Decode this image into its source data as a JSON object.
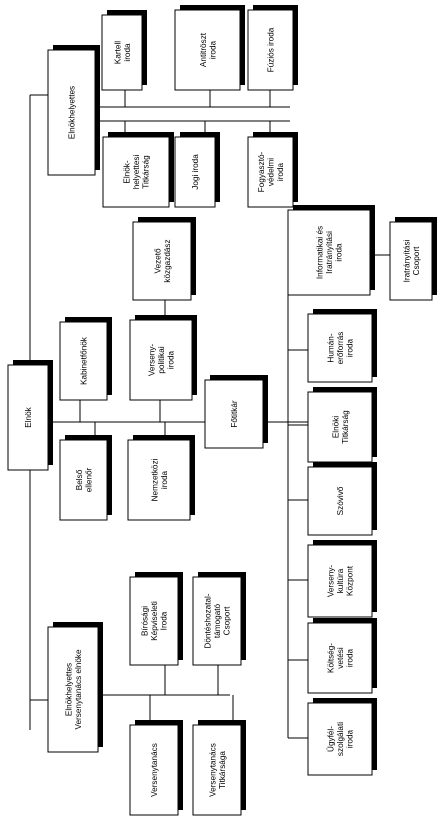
{
  "nodes": {
    "elnok": {
      "label": [
        "Elnök"
      ]
    },
    "elnokhelyettes": {
      "label": [
        "Elnökhelyettes"
      ]
    },
    "karteli": {
      "label": [
        "Kartell",
        "iroda"
      ]
    },
    "antitroszt": {
      "label": [
        "Antitröszt",
        "iroda"
      ]
    },
    "fuzios": {
      "label": [
        "Fúziós iroda"
      ]
    },
    "elnokhelyettesi_titkarsag": {
      "label": [
        "Elnök-",
        "helyettesi",
        "Titkárság"
      ]
    },
    "jogi": {
      "label": [
        "Jogi iroda"
      ]
    },
    "fogyasztovedelmi": {
      "label": [
        "Fogyasztó-",
        "védelmi",
        "iroda"
      ]
    },
    "vezeto_kozgazdasz": {
      "label": [
        "Vezető",
        "közgazdász"
      ]
    },
    "kabinetfonok": {
      "label": [
        "Kabinetfőnök"
      ]
    },
    "versenypolitikai": {
      "label": [
        "Verseny-",
        "politikai",
        "iroda"
      ]
    },
    "fotitkar": {
      "label": [
        "Főtitkár"
      ]
    },
    "belso_ellenor": {
      "label": [
        "Belső",
        "ellenőr"
      ]
    },
    "nemzetkozi": {
      "label": [
        "Nemzetközi",
        "iroda"
      ]
    },
    "informatikai": {
      "label": [
        "Informatikai és",
        "Iratrányítási",
        "iroda"
      ]
    },
    "iratranyitasi_csoport": {
      "label": [
        "Iratrányítási",
        "Csoport"
      ]
    },
    "humaneroforras": {
      "label": [
        "Humán-",
        "erőforrás",
        "iroda"
      ]
    },
    "elnoki_titkarsag": {
      "label": [
        "Elnöki",
        "Titkárság"
      ]
    },
    "szovivo": {
      "label": [
        "Szóvivő"
      ]
    },
    "versenykultura": {
      "label": [
        "Verseny-",
        "kultúra",
        "Központ"
      ]
    },
    "koltsegvetesi": {
      "label": [
        "Költség-",
        "vetési",
        "iroda"
      ]
    },
    "ugyfelszolgalati": {
      "label": [
        "Ügyfél-",
        "szolgálati",
        "iroda"
      ]
    },
    "elnokhelyettes_versenytanacs": {
      "label": [
        "Elnökhelyettes",
        "Versenytanács elnöke"
      ]
    },
    "birosagi": {
      "label": [
        "Bírósági",
        "Képviseleti",
        "Iroda"
      ]
    },
    "donteshozatal": {
      "label": [
        "Döntéshozatal-",
        "támogató",
        "Csoport"
      ]
    },
    "versenytanacs": {
      "label": [
        "Versenytanács"
      ]
    },
    "versenytanacs_titkarsaga": {
      "label": [
        "Versenytanács",
        "Titkársága"
      ]
    }
  }
}
